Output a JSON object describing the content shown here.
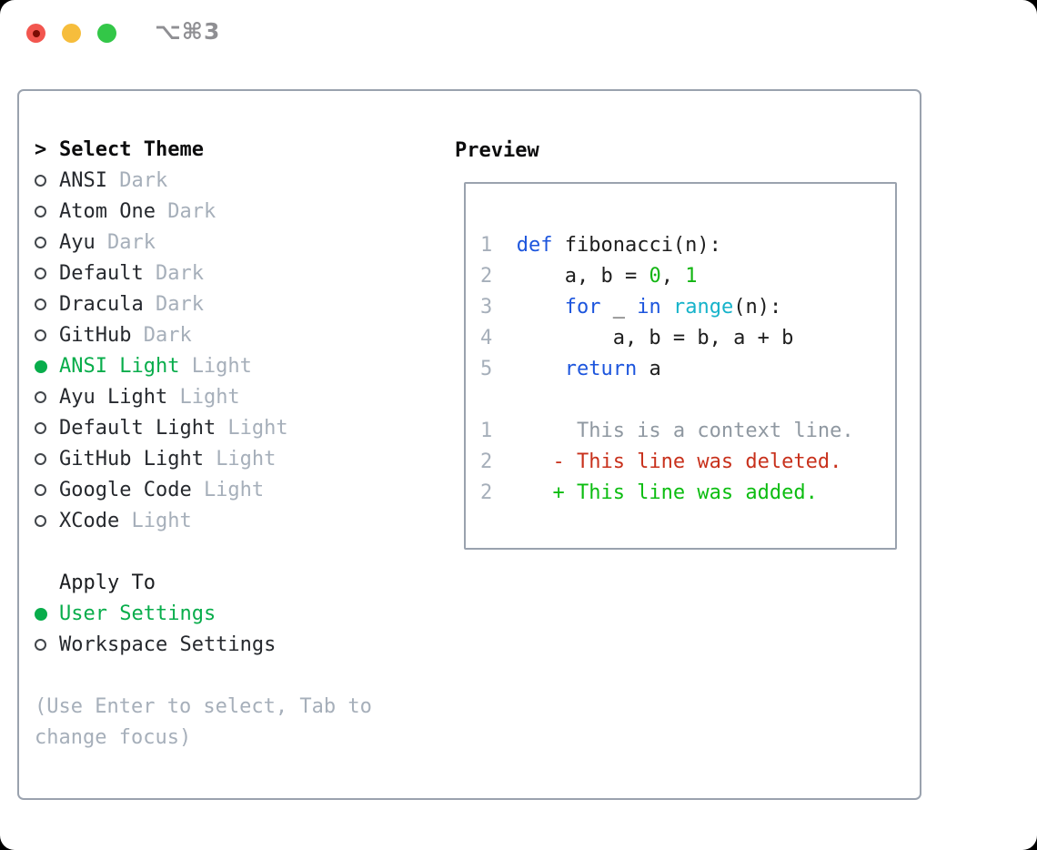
{
  "titlebar": {
    "shortcut_label": "⌥⌘3",
    "traffic_lights": [
      {
        "name": "close",
        "color": "#f2564f"
      },
      {
        "name": "minimize",
        "color": "#f6bd3c"
      },
      {
        "name": "zoom",
        "color": "#33c748"
      }
    ]
  },
  "theme_list": {
    "prompt": ">",
    "title": "Select Theme",
    "items": [
      {
        "label": "ANSI",
        "variant": "Dark",
        "selected": false
      },
      {
        "label": "Atom One",
        "variant": "Dark",
        "selected": false
      },
      {
        "label": "Ayu",
        "variant": "Dark",
        "selected": false
      },
      {
        "label": "Default",
        "variant": "Dark",
        "selected": false
      },
      {
        "label": "Dracula",
        "variant": "Dark",
        "selected": false
      },
      {
        "label": "GitHub",
        "variant": "Dark",
        "selected": false
      },
      {
        "label": "ANSI Light",
        "variant": "Light",
        "selected": true
      },
      {
        "label": "Ayu Light",
        "variant": "Light",
        "selected": false
      },
      {
        "label": "Default Light",
        "variant": "Light",
        "selected": false
      },
      {
        "label": "GitHub Light",
        "variant": "Light",
        "selected": false
      },
      {
        "label": "Google Code",
        "variant": "Light",
        "selected": false
      },
      {
        "label": "XCode",
        "variant": "Light",
        "selected": false
      }
    ]
  },
  "apply_to": {
    "title": "Apply To",
    "options": [
      {
        "label": "User Settings",
        "selected": true
      },
      {
        "label": "Workspace Settings",
        "selected": false
      }
    ]
  },
  "hint": [
    "(Use Enter to select, Tab to",
    "change focus)"
  ],
  "preview": {
    "title": "Preview",
    "code_lines": [
      {
        "num": "1",
        "parts": [
          [
            "def",
            "kw"
          ],
          [
            " fibonacci(n):",
            "fg"
          ]
        ]
      },
      {
        "num": "2",
        "parts": [
          [
            "    a, b = ",
            "fg"
          ],
          [
            "0",
            "num"
          ],
          [
            ", ",
            "fg"
          ],
          [
            "1",
            "num"
          ]
        ]
      },
      {
        "num": "3",
        "parts": [
          [
            "    ",
            "fg"
          ],
          [
            "for",
            "kw"
          ],
          [
            " _ ",
            "fg"
          ],
          [
            "in",
            "kw"
          ],
          [
            " ",
            "fg"
          ],
          [
            "range",
            "bi"
          ],
          [
            "(n):",
            "fg"
          ]
        ]
      },
      {
        "num": "4",
        "parts": [
          [
            "        a, b = b, a + b",
            "fg"
          ]
        ]
      },
      {
        "num": "5",
        "parts": [
          [
            "    ",
            "fg"
          ],
          [
            "return",
            "kw"
          ],
          [
            " a",
            "fg"
          ]
        ]
      }
    ],
    "diff_lines": [
      {
        "num": "1",
        "kind": "ctx",
        "text": "     This is a context line."
      },
      {
        "num": "2",
        "kind": "del",
        "text": "   - This line was deleted."
      },
      {
        "num": "2",
        "kind": "add",
        "text": "   + This line was added."
      }
    ]
  },
  "colors": {
    "accent_green": "#08ad4b",
    "muted_gray": "#a6afba",
    "code_foreground": "#1e1e1e",
    "keyword_blue": "#1c55dd",
    "builtin_cyan": "#16b3ca",
    "number_green": "#12b512",
    "diff_context": "#8f98a1",
    "diff_deleted": "#c8311c",
    "diff_added": "#0cbd11",
    "border_gray": "#9aa2ae",
    "close_red": "#f2564f",
    "close_dot": "#7a0c04",
    "minimize_yellow": "#f6bd3c",
    "zoom_green": "#33c748"
  }
}
